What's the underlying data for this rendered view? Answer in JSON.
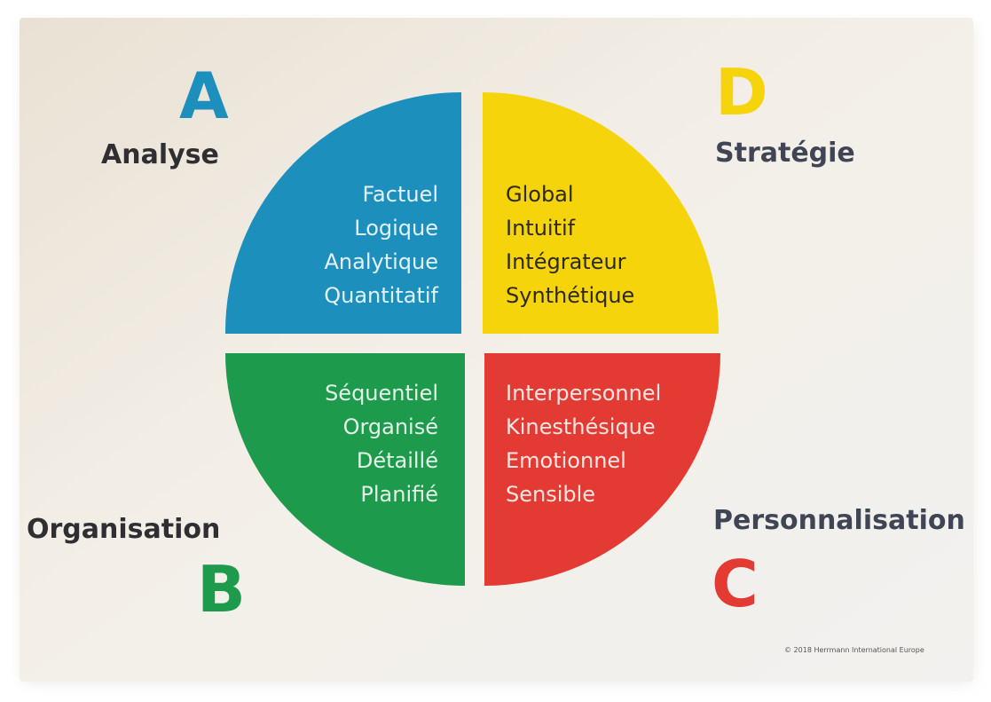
{
  "colors": {
    "blue": "#1c8fbd",
    "yellow": "#f5d40b",
    "red": "#e33b33",
    "green": "#1d9a4c",
    "text_dark": "#2f2f33",
    "text_gray": "#3f4555"
  },
  "quadrants": {
    "a": {
      "letter": "A",
      "label": "Analyse",
      "items": [
        "Factuel",
        "Logique",
        "Analytique",
        "Quantitatif"
      ]
    },
    "d": {
      "letter": "D",
      "label": "Stratégie",
      "items": [
        "Global",
        "Intuitif",
        "Intégrateur",
        "Synthétique"
      ]
    },
    "b": {
      "letter": "B",
      "label": "Organisation",
      "items": [
        "Séquentiel",
        "Organisé",
        "Détaillé",
        "Planifié"
      ]
    },
    "c": {
      "letter": "C",
      "label": "Personnalisation",
      "items": [
        "Interpersonnel",
        "Kinesthésique",
        "Emotionnel",
        "Sensible"
      ]
    }
  },
  "copyright": "© 2018 Herrmann International Europe"
}
